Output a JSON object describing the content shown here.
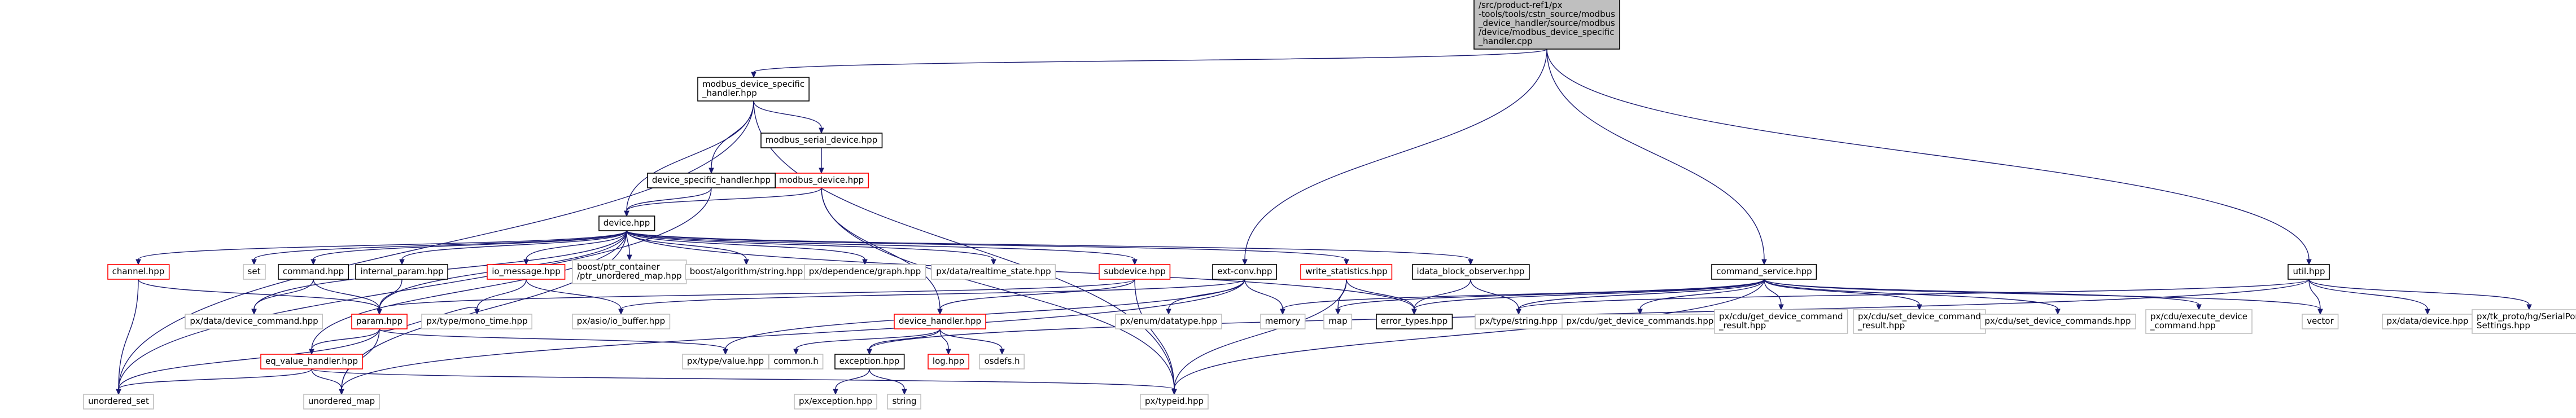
{
  "colors": {
    "edge": "#191970",
    "root_fill": "#bfbfbf",
    "root_border": "#000000",
    "documented_border": "#000000",
    "undocumented_border": "#ff0000",
    "external_border": "#bfbfbf",
    "node_fill": "#ffffff",
    "text": "#000000"
  },
  "nodes": [
    {
      "id": "root",
      "kind": "root",
      "lines": [
        "/src/product-ref1/px",
        "-tools/tools/cstn_source/modbus",
        "_device_handler/source/modbus",
        "/device/modbus_device_specific",
        "_handler.cpp"
      ]
    },
    {
      "id": "spec",
      "kind": "documented",
      "lines": [
        "modbus_device_specific",
        "_handler.hpp"
      ]
    },
    {
      "id": "serial",
      "kind": "documented",
      "lines": [
        "modbus_serial_device.hpp"
      ]
    },
    {
      "id": "mdev",
      "kind": "undocumented",
      "lines": [
        "modbus_device.hpp"
      ]
    },
    {
      "id": "dsh",
      "kind": "documented",
      "lines": [
        "device_specific_handler.hpp"
      ]
    },
    {
      "id": "device",
      "kind": "documented",
      "lines": [
        "device.hpp"
      ]
    },
    {
      "id": "channel",
      "kind": "undocumented",
      "lines": [
        "channel.hpp"
      ]
    },
    {
      "id": "set",
      "kind": "external",
      "lines": [
        "set"
      ]
    },
    {
      "id": "command",
      "kind": "documented",
      "lines": [
        "command.hpp"
      ]
    },
    {
      "id": "internal",
      "kind": "documented",
      "lines": [
        "internal_param.hpp"
      ]
    },
    {
      "id": "iomsg",
      "kind": "undocumented",
      "lines": [
        "io_message.hpp"
      ]
    },
    {
      "id": "boostptr",
      "kind": "external",
      "lines": [
        "boost/ptr_container",
        "/ptr_unordered_map.hpp"
      ]
    },
    {
      "id": "boostalg",
      "kind": "external",
      "lines": [
        "boost/algorithm/string.hpp"
      ]
    },
    {
      "id": "pxdep",
      "kind": "external",
      "lines": [
        "px/dependence/graph.hpp"
      ]
    },
    {
      "id": "pxrt",
      "kind": "external",
      "lines": [
        "px/data/realtime_state.hpp"
      ]
    },
    {
      "id": "subdev",
      "kind": "undocumented",
      "lines": [
        "subdevice.hpp"
      ]
    },
    {
      "id": "extconv",
      "kind": "documented",
      "lines": [
        "ext-conv.hpp"
      ]
    },
    {
      "id": "writestat",
      "kind": "undocumented",
      "lines": [
        "write_statistics.hpp"
      ]
    },
    {
      "id": "idata",
      "kind": "documented",
      "lines": [
        "idata_block_observer.hpp"
      ]
    },
    {
      "id": "cmdsvc",
      "kind": "documented",
      "lines": [
        "command_service.hpp"
      ]
    },
    {
      "id": "util",
      "kind": "documented",
      "lines": [
        "util.hpp"
      ]
    },
    {
      "id": "pxdevcmd",
      "kind": "external",
      "lines": [
        "px/data/device_command.hpp"
      ]
    },
    {
      "id": "param",
      "kind": "undocumented",
      "lines": [
        "param.hpp"
      ]
    },
    {
      "id": "monotime",
      "kind": "external",
      "lines": [
        "px/type/mono_time.hpp"
      ]
    },
    {
      "id": "asio",
      "kind": "external",
      "lines": [
        "px/asio/io_buffer.hpp"
      ]
    },
    {
      "id": "devhandler",
      "kind": "undocumented",
      "lines": [
        "device_handler.hpp"
      ]
    },
    {
      "id": "pxenum",
      "kind": "external",
      "lines": [
        "px/enum/datatype.hpp"
      ]
    },
    {
      "id": "memory",
      "kind": "external",
      "lines": [
        "memory"
      ]
    },
    {
      "id": "map",
      "kind": "external",
      "lines": [
        "map"
      ]
    },
    {
      "id": "errortypes",
      "kind": "documented",
      "lines": [
        "error_types.hpp"
      ]
    },
    {
      "id": "pxstring",
      "kind": "external",
      "lines": [
        "px/type/string.hpp"
      ]
    },
    {
      "id": "getdevcmds",
      "kind": "external",
      "lines": [
        "px/cdu/get_device_commands.hpp"
      ]
    },
    {
      "id": "getdevcmdres",
      "kind": "external",
      "lines": [
        "px/cdu/get_device_command",
        "_result.hpp"
      ]
    },
    {
      "id": "setdevcmdres",
      "kind": "external",
      "lines": [
        "px/cdu/set_device_command",
        "_result.hpp"
      ]
    },
    {
      "id": "setdevcmds",
      "kind": "external",
      "lines": [
        "px/cdu/set_device_commands.hpp"
      ]
    },
    {
      "id": "execdevcmd",
      "kind": "external",
      "lines": [
        "px/cdu/execute_device",
        "_command.hpp"
      ]
    },
    {
      "id": "vector",
      "kind": "external",
      "lines": [
        "vector"
      ]
    },
    {
      "id": "pxdatadev",
      "kind": "external",
      "lines": [
        "px/data/device.hpp"
      ]
    },
    {
      "id": "tkproto",
      "kind": "external",
      "lines": [
        "px/tk_proto/hg/SerialPort",
        "Settings.hpp"
      ]
    },
    {
      "id": "eqvh",
      "kind": "undocumented",
      "lines": [
        "eq_value_handler.hpp"
      ]
    },
    {
      "id": "pxvalue",
      "kind": "external",
      "lines": [
        "px/type/value.hpp"
      ]
    },
    {
      "id": "commonh",
      "kind": "external",
      "lines": [
        "common.h"
      ]
    },
    {
      "id": "exception",
      "kind": "documented",
      "lines": [
        "exception.hpp"
      ]
    },
    {
      "id": "log",
      "kind": "undocumented",
      "lines": [
        "log.hpp"
      ]
    },
    {
      "id": "osdefs",
      "kind": "external",
      "lines": [
        "osdefs.h"
      ]
    },
    {
      "id": "unset",
      "kind": "external",
      "lines": [
        "unordered_set"
      ]
    },
    {
      "id": "unmap",
      "kind": "external",
      "lines": [
        "unordered_map"
      ]
    },
    {
      "id": "pxtypeid",
      "kind": "external",
      "lines": [
        "px/typeid.hpp"
      ]
    },
    {
      "id": "pxexc",
      "kind": "external",
      "lines": [
        "px/exception.hpp"
      ]
    },
    {
      "id": "string",
      "kind": "external",
      "lines": [
        "string"
      ]
    }
  ],
  "edges": [
    [
      "root",
      "spec"
    ],
    [
      "root",
      "extconv"
    ],
    [
      "root",
      "cmdsvc"
    ],
    [
      "root",
      "util"
    ],
    [
      "spec",
      "serial"
    ],
    [
      "spec",
      "dsh"
    ],
    [
      "spec",
      "device"
    ],
    [
      "spec",
      "unset"
    ],
    [
      "spec",
      "pxtypeid"
    ],
    [
      "serial",
      "mdev"
    ],
    [
      "mdev",
      "device"
    ],
    [
      "mdev",
      "devhandler"
    ],
    [
      "mdev",
      "pxtypeid"
    ],
    [
      "dsh",
      "device"
    ],
    [
      "dsh",
      "unset"
    ],
    [
      "device",
      "channel"
    ],
    [
      "device",
      "set"
    ],
    [
      "device",
      "command"
    ],
    [
      "device",
      "internal"
    ],
    [
      "device",
      "iomsg"
    ],
    [
      "device",
      "boostptr"
    ],
    [
      "device",
      "boostalg"
    ],
    [
      "device",
      "pxdep"
    ],
    [
      "device",
      "pxrt"
    ],
    [
      "device",
      "subdev"
    ],
    [
      "device",
      "writestat"
    ],
    [
      "device",
      "idata"
    ],
    [
      "device",
      "pxdevcmd"
    ],
    [
      "device",
      "param"
    ],
    [
      "device",
      "eqvh"
    ],
    [
      "device",
      "unmap"
    ],
    [
      "device",
      "errortypes"
    ],
    [
      "channel",
      "param"
    ],
    [
      "channel",
      "unset"
    ],
    [
      "command",
      "pxdevcmd"
    ],
    [
      "command",
      "param"
    ],
    [
      "internal",
      "param"
    ],
    [
      "iomsg",
      "monotime"
    ],
    [
      "iomsg",
      "asio"
    ],
    [
      "subdev",
      "devhandler"
    ],
    [
      "subdev",
      "pxtypeid"
    ],
    [
      "subdev",
      "param"
    ],
    [
      "extconv",
      "asio"
    ],
    [
      "extconv",
      "pxenum"
    ],
    [
      "extconv",
      "memory"
    ],
    [
      "extconv",
      "pxvalue"
    ],
    [
      "extconv",
      "unmap"
    ],
    [
      "writestat",
      "map"
    ],
    [
      "writestat",
      "errortypes"
    ],
    [
      "writestat",
      "pxtypeid"
    ],
    [
      "idata",
      "errortypes"
    ],
    [
      "idata",
      "pxstring"
    ],
    [
      "cmdsvc",
      "memory"
    ],
    [
      "cmdsvc",
      "map"
    ],
    [
      "cmdsvc",
      "errortypes"
    ],
    [
      "cmdsvc",
      "pxstring"
    ],
    [
      "cmdsvc",
      "getdevcmds"
    ],
    [
      "cmdsvc",
      "getdevcmdres"
    ],
    [
      "cmdsvc",
      "setdevcmdres"
    ],
    [
      "cmdsvc",
      "setdevcmds"
    ],
    [
      "cmdsvc",
      "execdevcmd"
    ],
    [
      "cmdsvc",
      "vector"
    ],
    [
      "cmdsvc",
      "pxtypeid"
    ],
    [
      "util",
      "pxstring"
    ],
    [
      "util",
      "vector"
    ],
    [
      "util",
      "pxdatadev"
    ],
    [
      "util",
      "tkproto"
    ],
    [
      "util",
      "exception"
    ],
    [
      "param",
      "monotime"
    ],
    [
      "param",
      "pxvalue"
    ],
    [
      "param",
      "eqvh"
    ],
    [
      "param",
      "unset"
    ],
    [
      "param",
      "unmap"
    ],
    [
      "eqvh",
      "unset"
    ],
    [
      "eqvh",
      "unmap"
    ],
    [
      "eqvh",
      "pxtypeid"
    ],
    [
      "devhandler",
      "commonh"
    ],
    [
      "devhandler",
      "exception"
    ],
    [
      "devhandler",
      "log"
    ],
    [
      "devhandler",
      "osdefs"
    ],
    [
      "exception",
      "pxexc"
    ],
    [
      "exception",
      "string"
    ]
  ]
}
